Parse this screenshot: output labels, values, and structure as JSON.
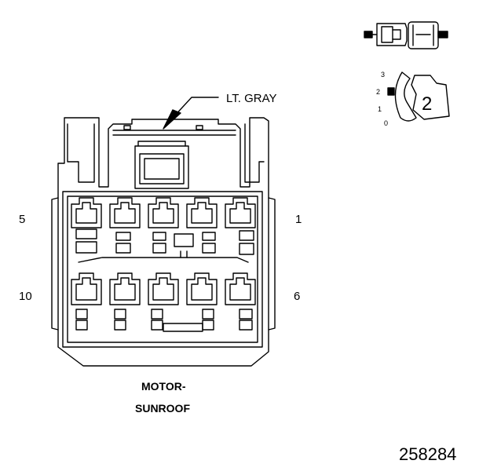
{
  "wire_color_label": "LT. GRAY",
  "pin_labels": {
    "top_left": "5",
    "top_right": "1",
    "bottom_left": "10",
    "bottom_right": "6"
  },
  "connector_name": {
    "line1": "MOTOR-",
    "line2": "SUNROOF"
  },
  "figure_number": "258284",
  "key_view": {
    "position_numbers": [
      "3",
      "2",
      "1",
      "0"
    ],
    "key_number": "2"
  },
  "colors": {
    "line": "#000000",
    "background": "#ffffff"
  }
}
